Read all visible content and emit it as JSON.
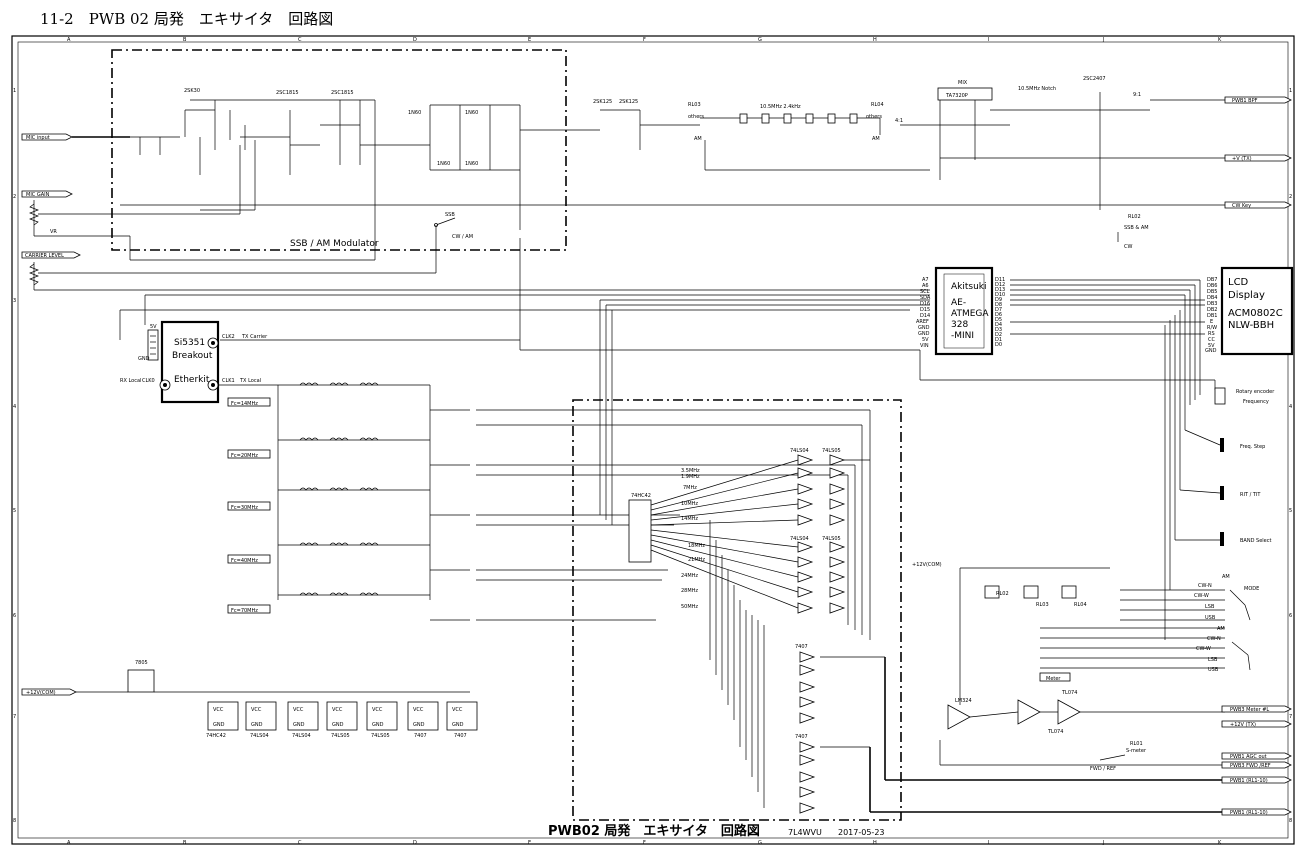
{
  "page_title": "11-2　PWB 02 局発　エキサイタ　回路図",
  "footer": {
    "title": "PWB02 局発　エキサイタ　回路図",
    "author": "7L4WVU",
    "date": "2017-05-23"
  },
  "grid": {
    "cols": [
      "A",
      "B",
      "C",
      "D",
      "E",
      "F",
      "G",
      "H",
      "I",
      "J",
      "K"
    ],
    "rows": [
      "1",
      "2",
      "3",
      "4",
      "5",
      "6",
      "7",
      "8"
    ]
  },
  "blocks": {
    "ssb_mod": "SSB / AM Modulator",
    "mix_label": "MIX",
    "mix_ic": "TA7320P",
    "notch": "10.5MHz Notch",
    "xtal_filter": "10.5MHz 2.4kHz",
    "akitsuki": [
      "Akitsuki",
      "AE-",
      "ATMEGA",
      "328",
      "-MINI"
    ],
    "lcd": [
      "LCD",
      "Display",
      "ACM0802C",
      "NLW-BBH"
    ],
    "si5351": [
      "Si5351",
      "Breakout",
      "Etherkit"
    ],
    "ic74hc42": "74HC42",
    "ic7805": "7805",
    "lm324": "LM324",
    "tl074a": "TL074",
    "tl074b": "TL074",
    "meter": "Meter"
  },
  "left_ports": {
    "mic_input": "MIC input",
    "mic_gain": "MIC GAIN",
    "vr": "VR",
    "carrier_level": "CARRIER LEVEL",
    "plus12v_com": "+12V(COM)"
  },
  "right_ports": {
    "pwb1_bpf": "PWB1 BPF",
    "plus_v_tx": "+V (TX)",
    "cw_key": "CW Key",
    "pwb3_meter": "PWB3 Meter #L",
    "plus12v_tx": "+12V (TX)",
    "pwb3_fwd": "PWB3 FWD /REF",
    "pwb1_agc": "PWB1 AGC out",
    "pwb1_rl1": "PWB1 (RL1-10)",
    "pwb1_rl2": "PWB1 (RL1-10)"
  },
  "filters": [
    "Fc=14MHz",
    "Fc=20MHz",
    "Fc=30MHz",
    "Fc=40MHz",
    "Fc=70MHz"
  ],
  "band_labels": [
    "3.5MHz",
    "1.9MHz",
    "7MHz",
    "10MHz",
    "14MHz",
    "18MHz",
    "21MHz",
    "24MHz",
    "28MHz",
    "50MHz"
  ],
  "gates_top": [
    "74LS04",
    "74LS05"
  ],
  "gates_mid": [
    "74LS04",
    "74LS05"
  ],
  "gates_7407": [
    "7407",
    "7407"
  ],
  "vcc_ics": [
    {
      "vcc": "VCC",
      "gnd": "GND",
      "name": "74HC42"
    },
    {
      "vcc": "VCC",
      "gnd": "GND",
      "name": "74LS04"
    },
    {
      "vcc": "VCC",
      "gnd": "GND",
      "name": "74LS04"
    },
    {
      "vcc": "VCC",
      "gnd": "GND",
      "name": "74LS05"
    },
    {
      "vcc": "VCC",
      "gnd": "GND",
      "name": "74LS05"
    },
    {
      "vcc": "VCC",
      "gnd": "GND",
      "name": "7407"
    },
    {
      "vcc": "VCC",
      "gnd": "GND",
      "name": "7407"
    }
  ],
  "switches": {
    "rotary_encoder": [
      "Rotary encoder",
      "Frequency"
    ],
    "freq_step": "Freq. Step",
    "rit": "RIT / TIT",
    "band_select": "BAND Select",
    "mode": "MODE",
    "mode_items": [
      "AM",
      "CW-N",
      "CW-W",
      "LSB",
      "USB"
    ],
    "mode_items2": [
      "AM",
      "CW-N",
      "CW-W",
      "LSB",
      "USB"
    ],
    "ssb_sw": "SSB",
    "cw_am": "CW / AM",
    "rl02": "RL02",
    "ssb_am": "SSB & AM",
    "cw": "CW",
    "rl01": "RL01",
    "smeter": "S-meter",
    "fwd_ref": "FWD / REF"
  },
  "transistors": {
    "q1": "2SK30",
    "q2": "2SC1815",
    "q3": "2SC1815",
    "q4": "2SK125",
    "q5": "2SK125",
    "q6": "2SC2407"
  },
  "diodes": {
    "d1": "1N60",
    "d2": "1N60",
    "d3": "1N60",
    "d4": "1N60"
  },
  "relays": {
    "rl03": "RL03",
    "rl04": "RL04",
    "rl02b": "RL02",
    "rl03b": "RL03",
    "rl04b": "RL04"
  },
  "si_pins": {
    "clk2": "CLK2",
    "tx_carrier": "TX Carrier",
    "clk1": "CLK1",
    "tx_local": "TX Local",
    "clk0": "CLK0",
    "rx_local": "RX Local",
    "five_v": "5V",
    "gnd": "GND"
  },
  "atmega_left_pins": [
    "A7",
    "A6",
    "SCL",
    "SDA",
    "D16",
    "D15",
    "D14",
    "AREF",
    "GND",
    "GND",
    "5V",
    "VIN"
  ],
  "atmega_right_pins": [
    "D11",
    "D12",
    "D13",
    "D10",
    "D9",
    "D8",
    "D7",
    "D6",
    "D5",
    "D4",
    "D3",
    "D2",
    "D1",
    "D0"
  ],
  "lcd_pins": [
    "DB7",
    "DB6",
    "DB5",
    "DB4",
    "DB3",
    "DB2",
    "DB1",
    "E",
    "R/W",
    "RS",
    "CC",
    "5V",
    "GND"
  ],
  "labels_misc": {
    "others1": "others",
    "am1": "AM",
    "others2": "others",
    "am2": "AM",
    "ratio": "4:1",
    "ratio2": "9:1",
    "com12v": "+12V(COM)"
  }
}
